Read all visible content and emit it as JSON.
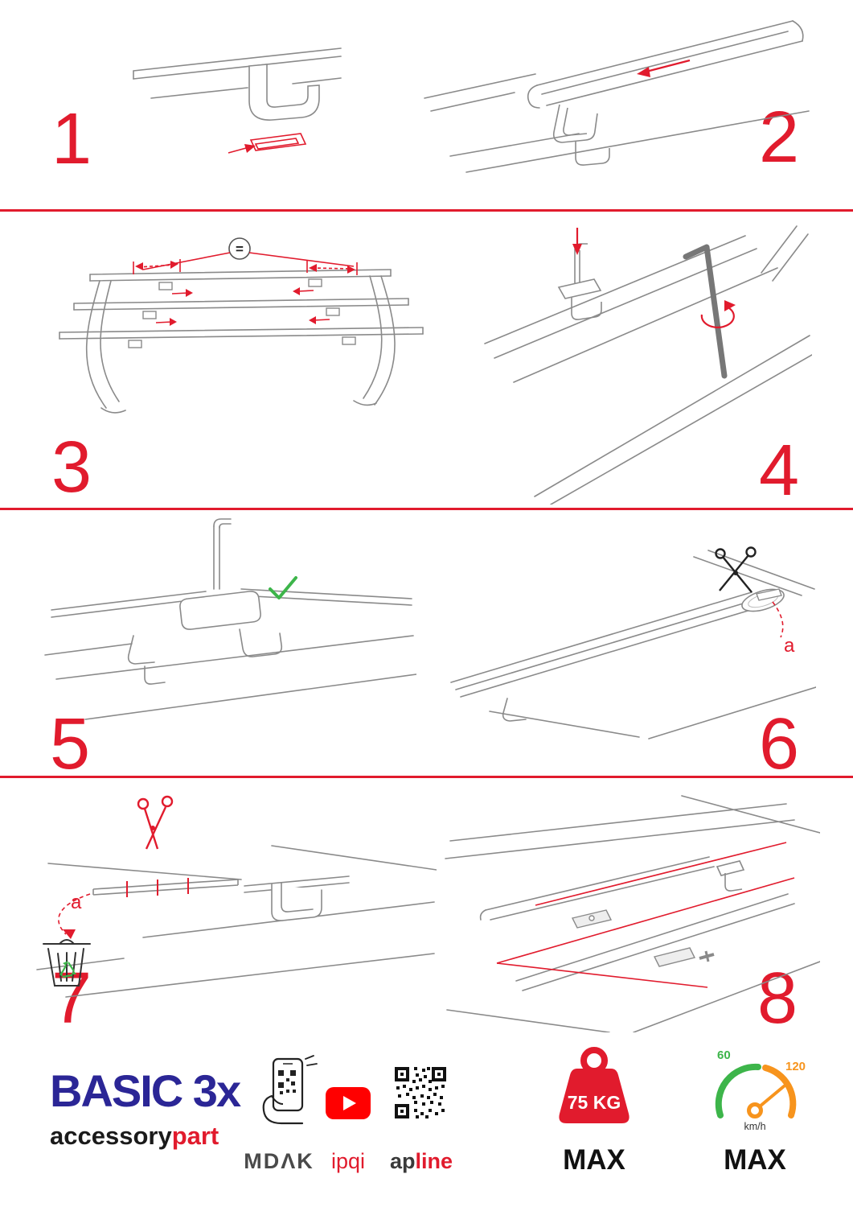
{
  "steps": [
    {
      "label": "1"
    },
    {
      "label": "2"
    },
    {
      "label": "3"
    },
    {
      "label": "4"
    },
    {
      "label": "5"
    },
    {
      "label": "6"
    },
    {
      "label": "7"
    },
    {
      "label": "8"
    }
  ],
  "annotations": {
    "equals": "=",
    "cut_a_step6": "a",
    "cut_a_step7": "a"
  },
  "footer": {
    "product_name": "BASIC 3x",
    "brand": {
      "black": "accessory",
      "red": "part"
    },
    "app": {
      "label": "MDΛK"
    },
    "video": {
      "label": "ipqi"
    },
    "qr": {
      "black": "ap",
      "red": "line"
    },
    "weight": {
      "value": "75 KG",
      "max": "MAX"
    },
    "speedometer": {
      "low": "60",
      "high": "120",
      "unit": "km/h",
      "max": "MAX"
    }
  },
  "colors": {
    "accent_red": "#e11b2d",
    "brand_blue": "#2b2696",
    "green": "#3db54a",
    "orange": "#f7941d",
    "line_gray": "#8a8a8a"
  }
}
